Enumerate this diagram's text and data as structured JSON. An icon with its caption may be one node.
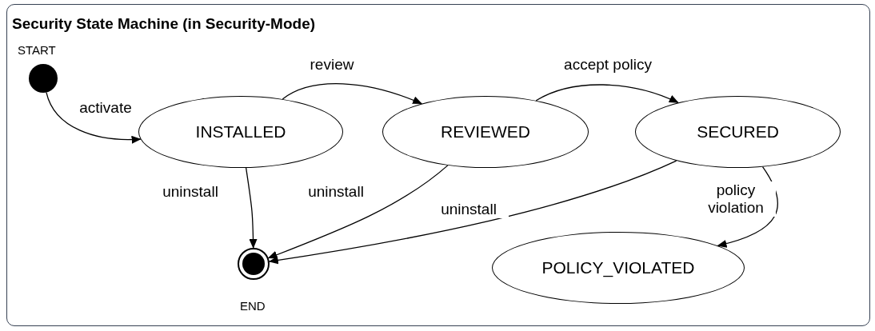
{
  "diagram": {
    "title": "Security State Machine (in Security-Mode)",
    "nodes": [
      {
        "text": [],
        "shape": "circle",
        "beside": [
          "START"
        ]
      },
      {
        "text": [
          "INSTALLED"
        ]
      },
      {
        "text": [
          "REVIEWED"
        ]
      },
      {
        "text": [
          "SECURED"
        ]
      },
      {
        "text": [],
        "shape": "circle",
        "beside": [
          "END"
        ]
      },
      {
        "text": [
          "POLICY_VIOLATED"
        ]
      }
    ],
    "edges": [
      {
        "from": 0,
        "to": 1,
        "arrow": "to",
        "label": "activate"
      },
      {
        "from": 1,
        "to": 2,
        "arrow": "to",
        "label": "review"
      },
      {
        "from": 2,
        "to": 3,
        "arrow": "to",
        "label": "accept policy"
      },
      {
        "from": 1,
        "to": 4,
        "arrow": "to",
        "label": "uninstall"
      },
      {
        "from": 2,
        "to": 4,
        "arrow": "to",
        "label": "uninstall"
      },
      {
        "from": 3,
        "to": 4,
        "arrow": "to",
        "label": "uninstall"
      },
      {
        "from": 3,
        "to": 5,
        "arrow": "to",
        "label": "policy violation"
      }
    ]
  }
}
